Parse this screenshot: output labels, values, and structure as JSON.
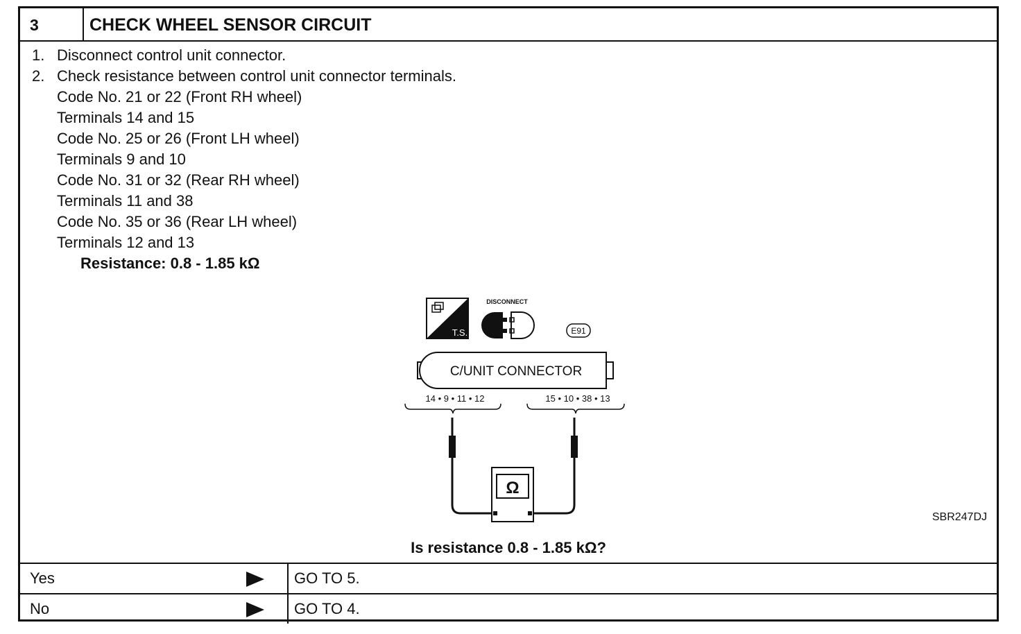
{
  "header": {
    "step_number": "3",
    "title": "CHECK WHEEL SENSOR CIRCUIT"
  },
  "instructions": {
    "step1_num": "1.",
    "step1": "Disconnect control unit connector.",
    "step2_num": "2.",
    "step2": "Check resistance between control unit connector terminals.",
    "details": [
      "Code No. 21 or 22 (Front RH wheel)",
      "Terminals 14 and 15",
      "Code No. 25 or 26 (Front LH wheel)",
      "Terminals 9 and 10",
      "Code No. 31 or 32 (Rear RH wheel)",
      "Terminals 11 and 38",
      "Code No. 35 or 36 (Rear LH wheel)",
      "Terminals 12 and 13"
    ],
    "resistance_spec": "Resistance: 0.8 - 1.85 kΩ"
  },
  "diagram": {
    "ts_label": "T.S.",
    "disconnect_label": "DISCONNECT",
    "connector_code": "E91",
    "connector_label": "C/UNIT CONNECTOR",
    "left_terminals": "14 • 9 • 11 • 12",
    "right_terminals": "15 • 10 • 38 • 13",
    "meter_symbol": "Ω",
    "figure_code": "SBR247DJ",
    "icons": [
      "ts-icon",
      "disconnect-icon",
      "ohmmeter-icon"
    ]
  },
  "question": "Is resistance 0.8 - 1.85 kΩ?",
  "results": [
    {
      "answer": "Yes",
      "action": "GO TO 5."
    },
    {
      "answer": "No",
      "action": "GO TO 4."
    }
  ]
}
